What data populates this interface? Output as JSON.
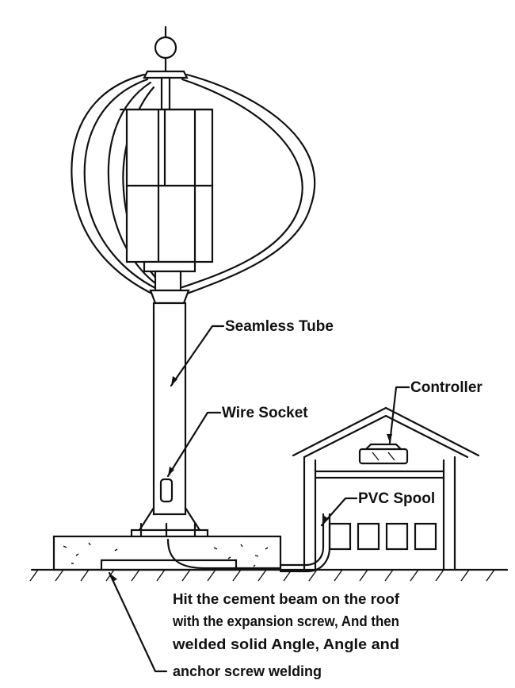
{
  "labels": {
    "seamless_tube": "Seamless Tube",
    "wire_socket": "Wire Socket",
    "controller": "Controller",
    "pvc_spool": "PVC Spool"
  },
  "note_lines": [
    "Hit the cement beam on the roof",
    "with the expansion screw, And then",
    "welded solid Angle, Angle and",
    "anchor screw welding"
  ]
}
